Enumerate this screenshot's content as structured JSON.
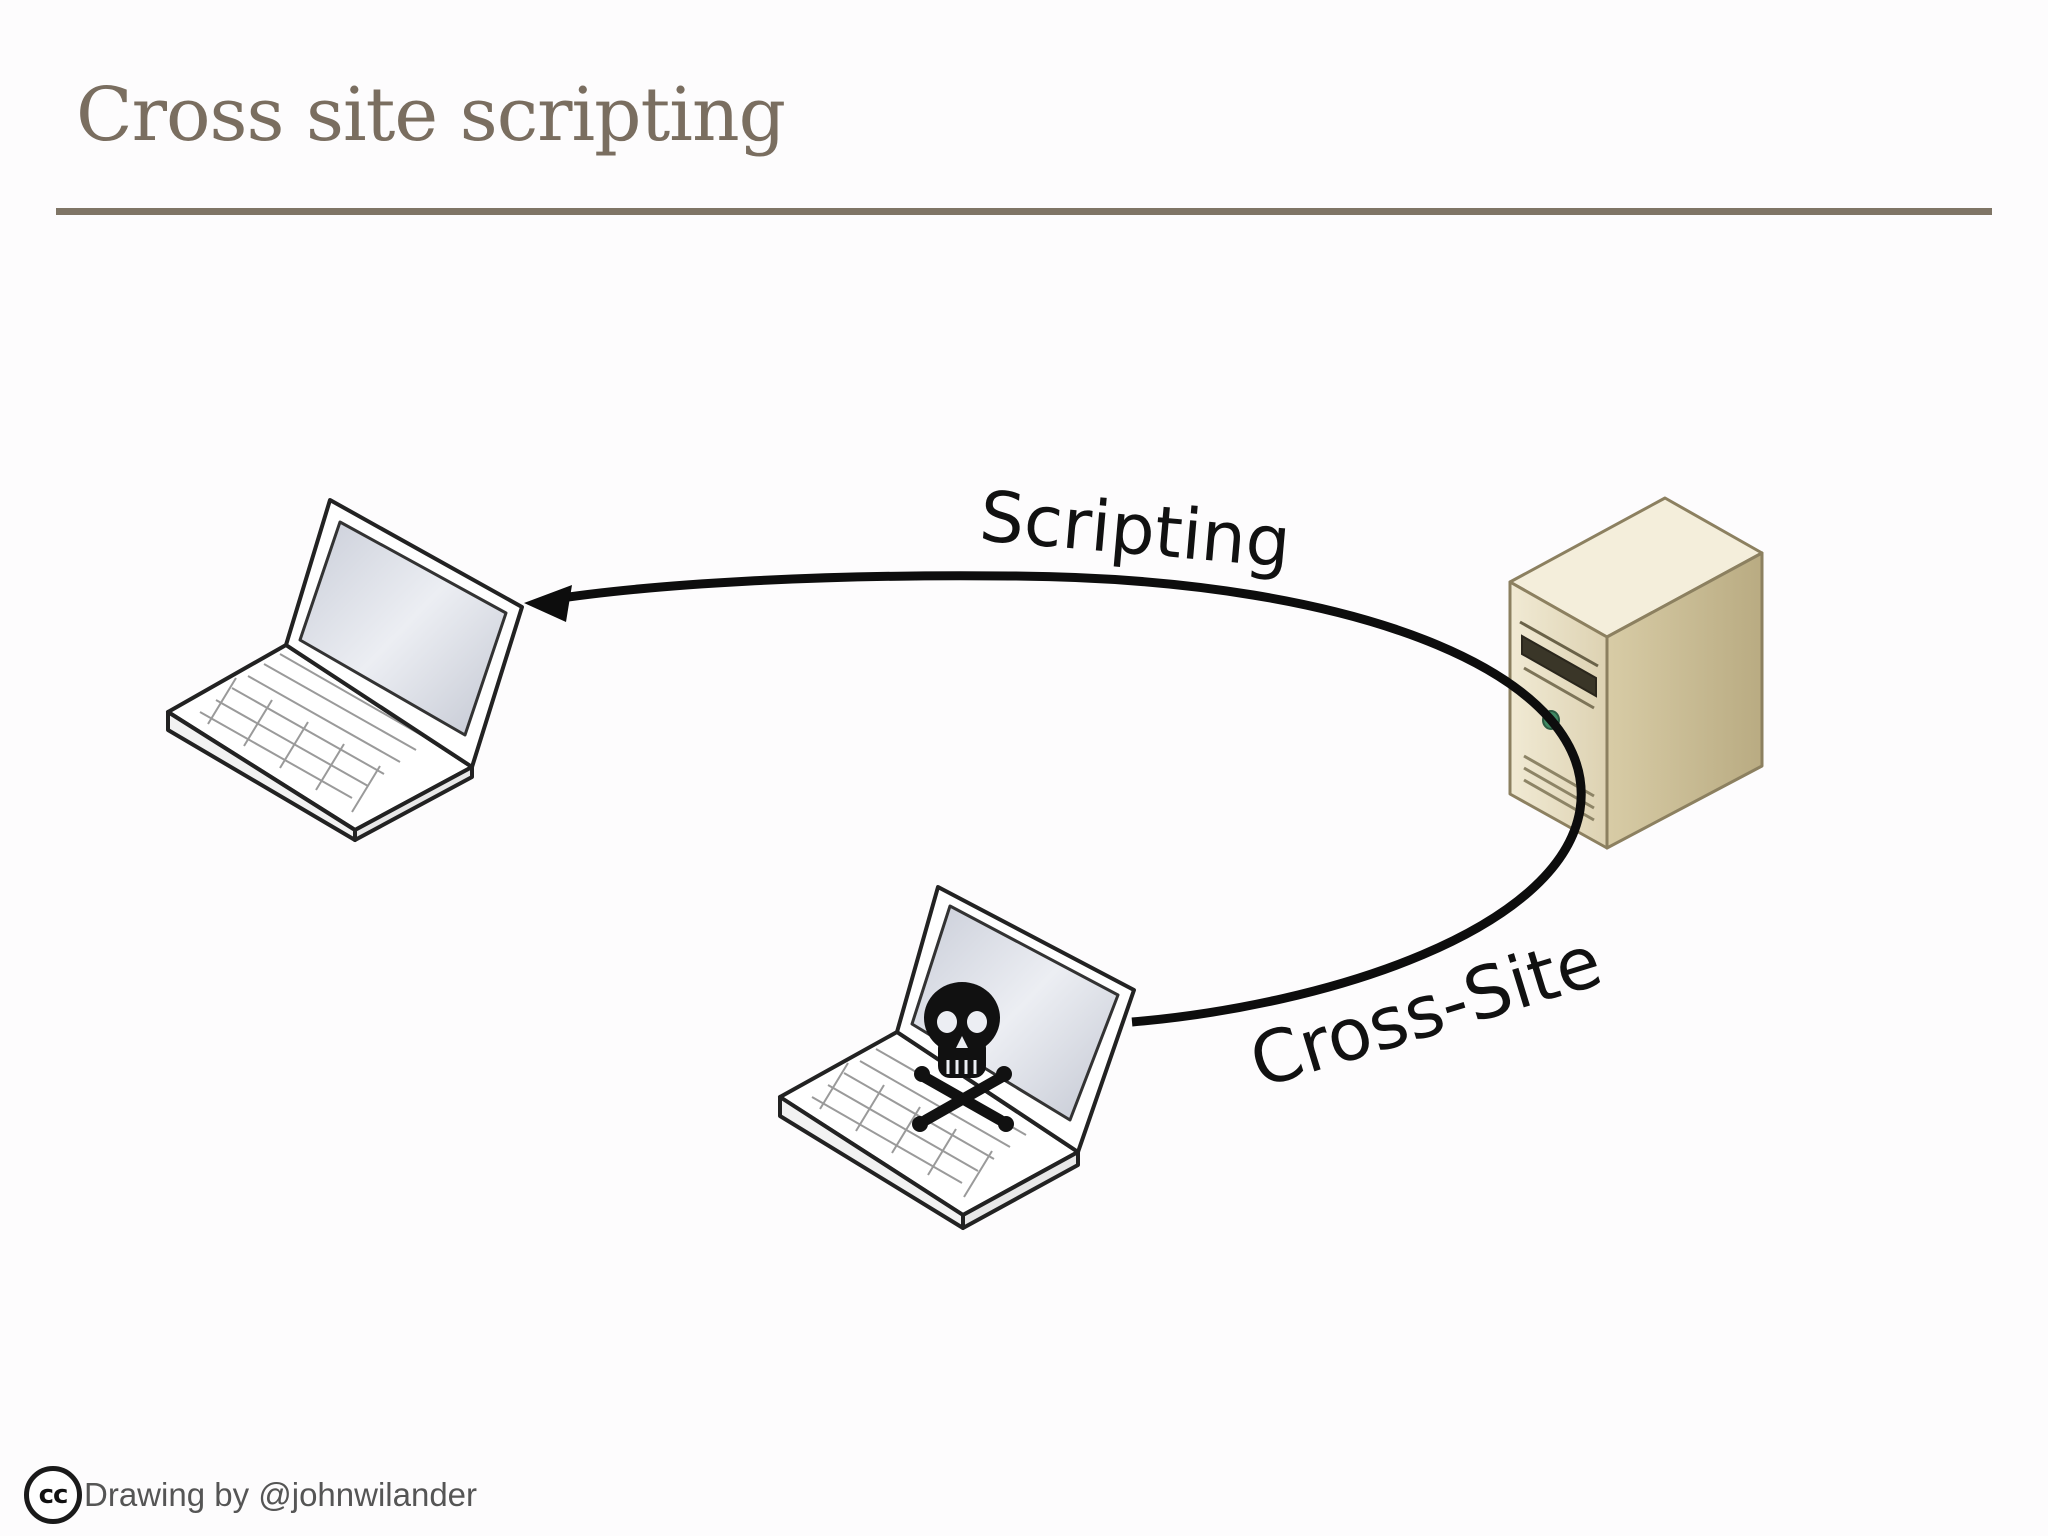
{
  "slide": {
    "title": "Cross site scripting"
  },
  "diagram": {
    "label_scripting": "Scripting",
    "label_cross_site": "Cross-Site",
    "nodes": [
      "victim-laptop",
      "attacker-laptop",
      "web-server"
    ]
  },
  "footer": {
    "cc_icon": "cc-icon",
    "cc_text": "cc",
    "credit": "Drawing by @johnwilander"
  },
  "colors": {
    "title": "#7a6e60",
    "rule": "#7f7566",
    "server": "#e6dcc0"
  }
}
